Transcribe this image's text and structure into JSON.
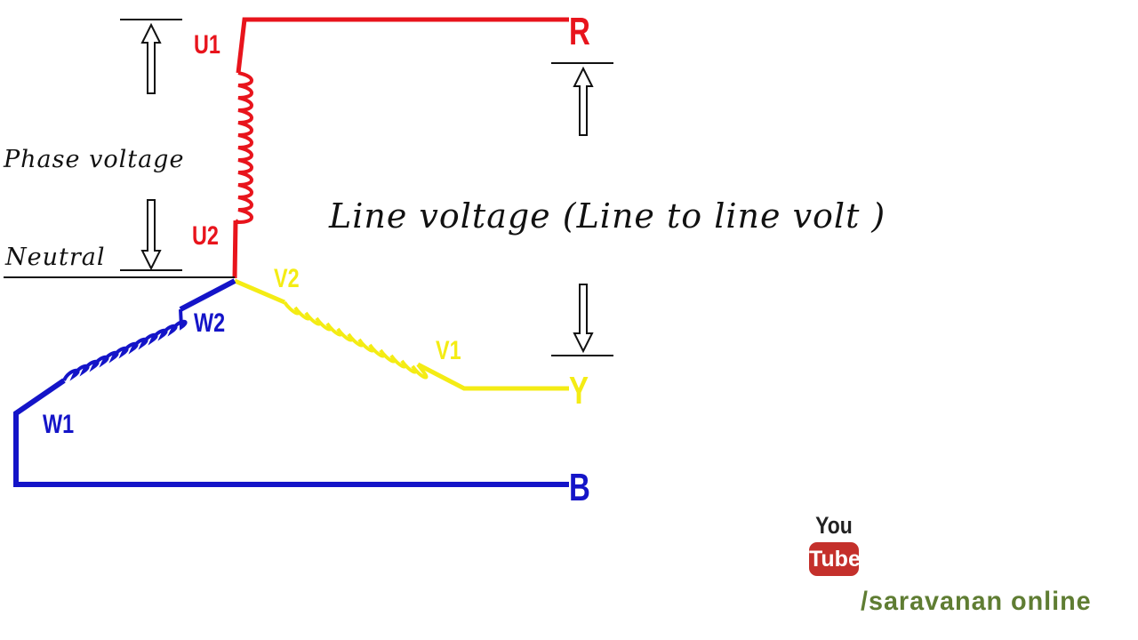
{
  "labels": {
    "u1": "U1",
    "u2": "U2",
    "v1": "V1",
    "v2": "V2",
    "w1": "W1",
    "w2": "W2",
    "r": "R",
    "y": "Y",
    "b": "B",
    "phase_voltage": "Phase voltage",
    "neutral": "Neutral",
    "line_voltage": "Line voltage  (Line to line volt )"
  },
  "watermark": {
    "you": "You",
    "tube": "Tube",
    "channel": "/saravanan online"
  },
  "colors": {
    "red_phase": "#e8141c",
    "yellow_phase": "#f4ec14",
    "blue_phase": "#1414c8",
    "text": "#111111"
  }
}
